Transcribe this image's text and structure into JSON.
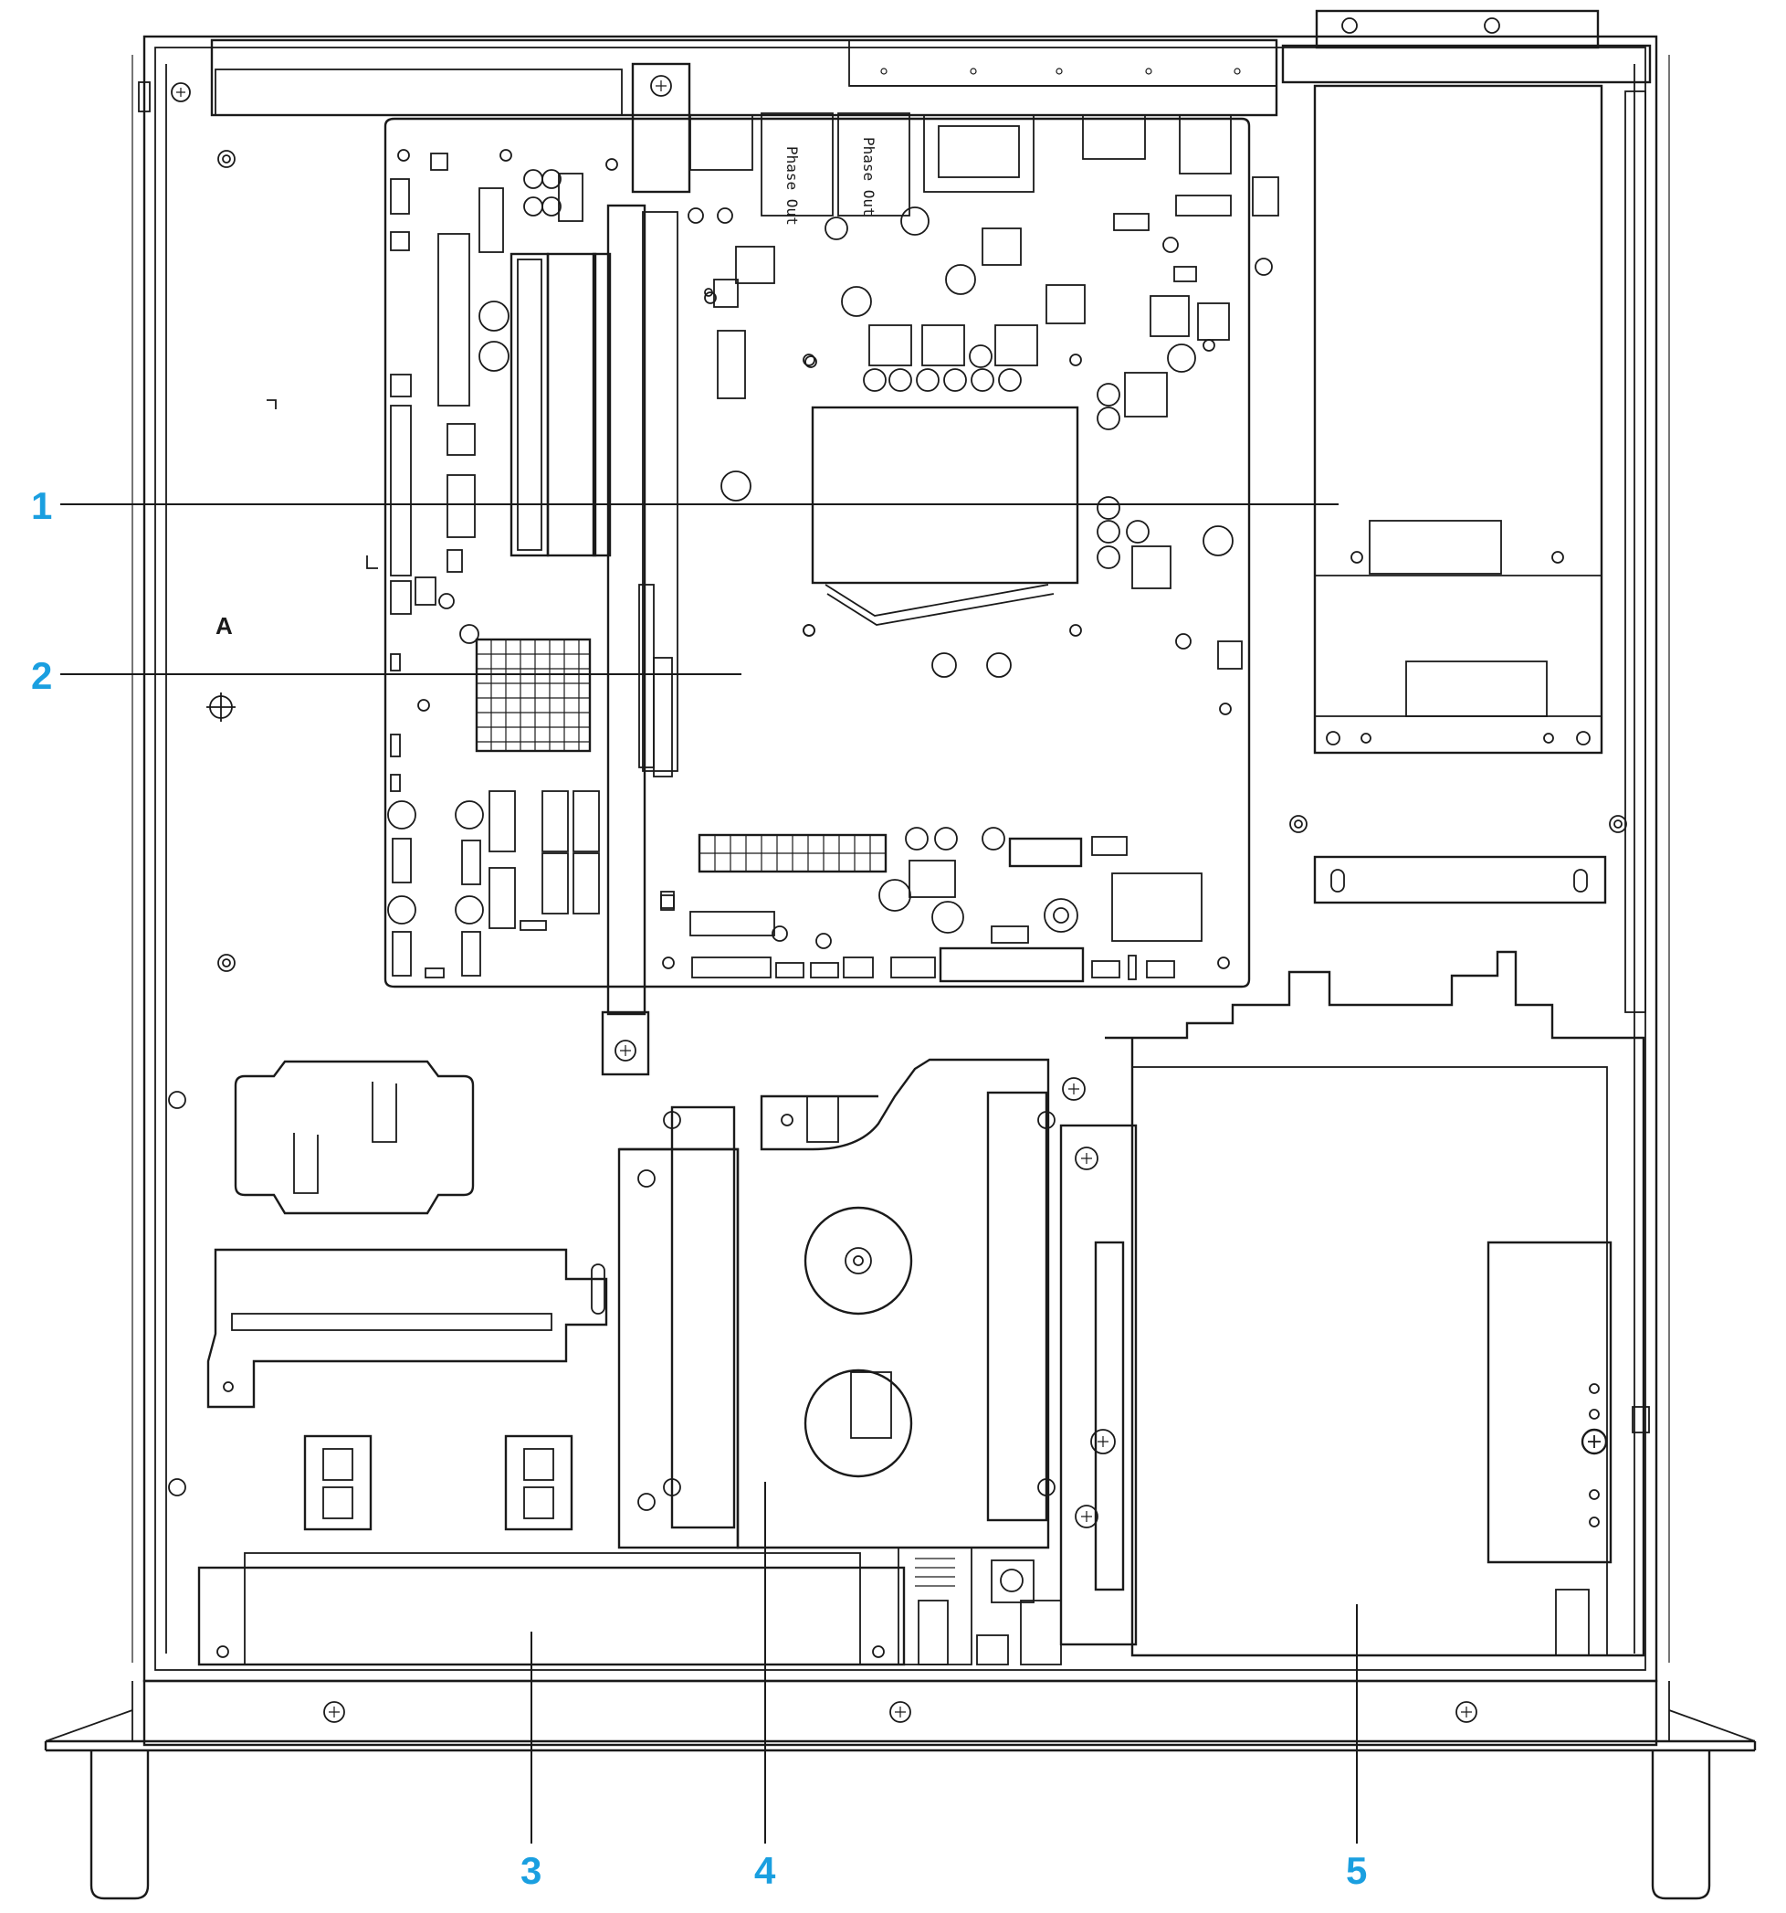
{
  "accent_color": "#1a9fe0",
  "line_color": "#1a1a1a",
  "board_marks": {
    "slot_letter": "A",
    "port_label_a": "Phase Out",
    "port_label_b": "Phase Out"
  },
  "callouts": [
    {
      "number": "1",
      "part": "power-supply"
    },
    {
      "number": "2",
      "part": "motherboard"
    },
    {
      "number": "3",
      "part": "front-panel-bay"
    },
    {
      "number": "4",
      "part": "drive-cage"
    },
    {
      "number": "5",
      "part": "optical-drive-bay"
    }
  ]
}
